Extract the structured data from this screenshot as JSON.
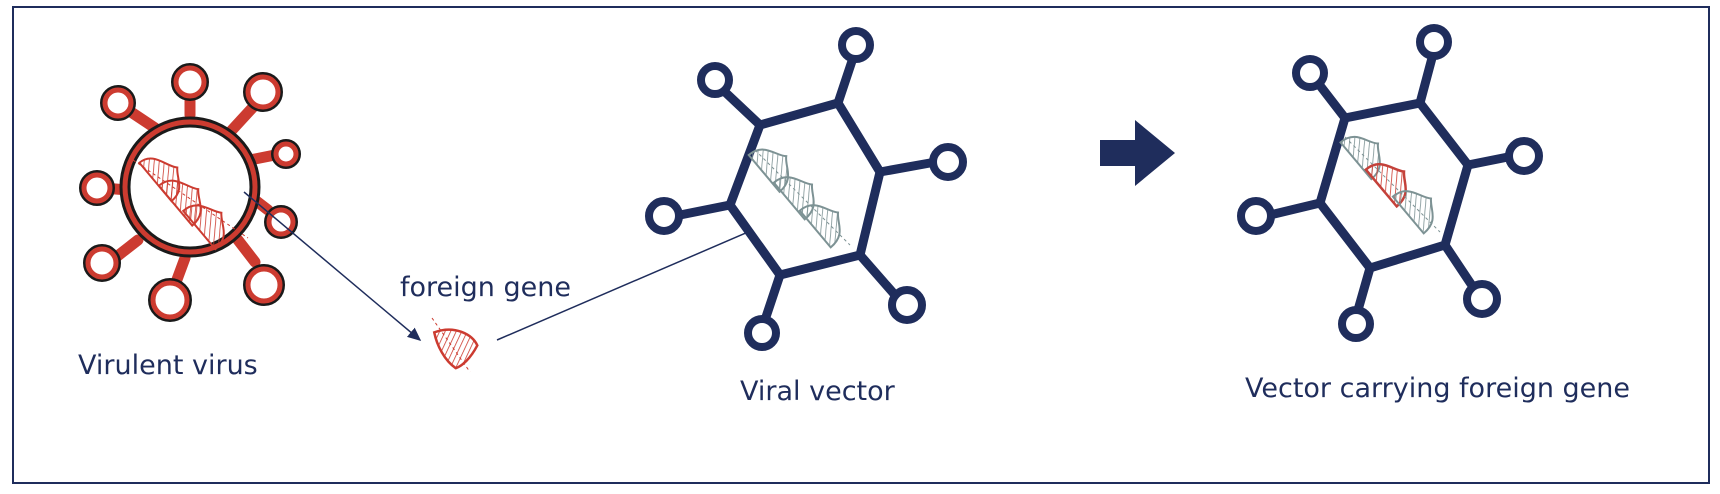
{
  "labels": {
    "virulent_virus": "Virulent virus",
    "foreign_gene": "foreign gene",
    "viral_vector": "Viral vector",
    "vector_carrying": "Vector carrying foreign gene"
  },
  "colors": {
    "virus_red": "#cc3b30",
    "navy": "#1f2d5c",
    "dna_gray": "#7d9294",
    "dna_red": "#c4413a"
  }
}
